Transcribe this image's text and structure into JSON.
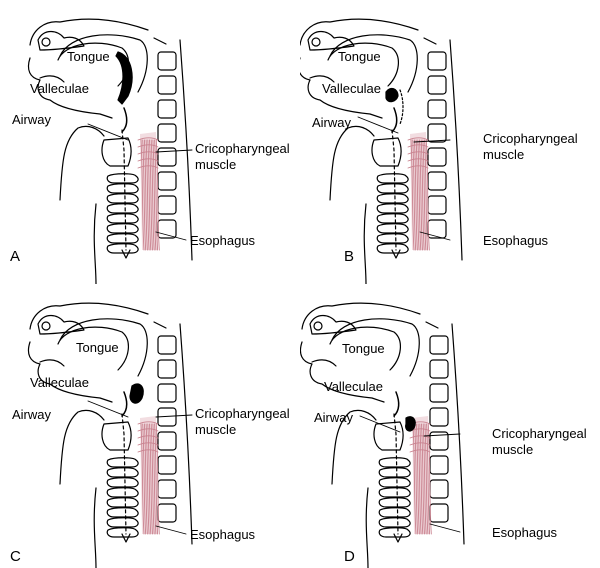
{
  "panels": [
    {
      "letter": "A",
      "tongue": "Tongue",
      "valleculae": "Valleculae",
      "airway": "Airway",
      "cp1": "Cricopharyngeal",
      "cp2": "muscle",
      "esophagus": "Esophagus"
    },
    {
      "letter": "B",
      "tongue": "Tongue",
      "valleculae": "Valleculae",
      "airway": "Airway",
      "cp1": "Cricopharyngeal",
      "cp2": "muscle",
      "esophagus": "Esophagus"
    },
    {
      "letter": "C",
      "tongue": "Tongue",
      "valleculae": "Valleculae",
      "airway": "Airway",
      "cp1": "Cricopharyngeal",
      "cp2": "muscle",
      "esophagus": "Esophagus"
    },
    {
      "letter": "D",
      "tongue": "Tongue",
      "valleculae": "Valleculae",
      "airway": "Airway",
      "cp1": "Cricopharyngeal",
      "cp2": "muscle",
      "esophagus": "Esophagus"
    }
  ],
  "colors": {
    "line": "#000000",
    "muscle": "#c9828f",
    "muscle_fill": "#f2dde1",
    "bolus": "#000000"
  }
}
